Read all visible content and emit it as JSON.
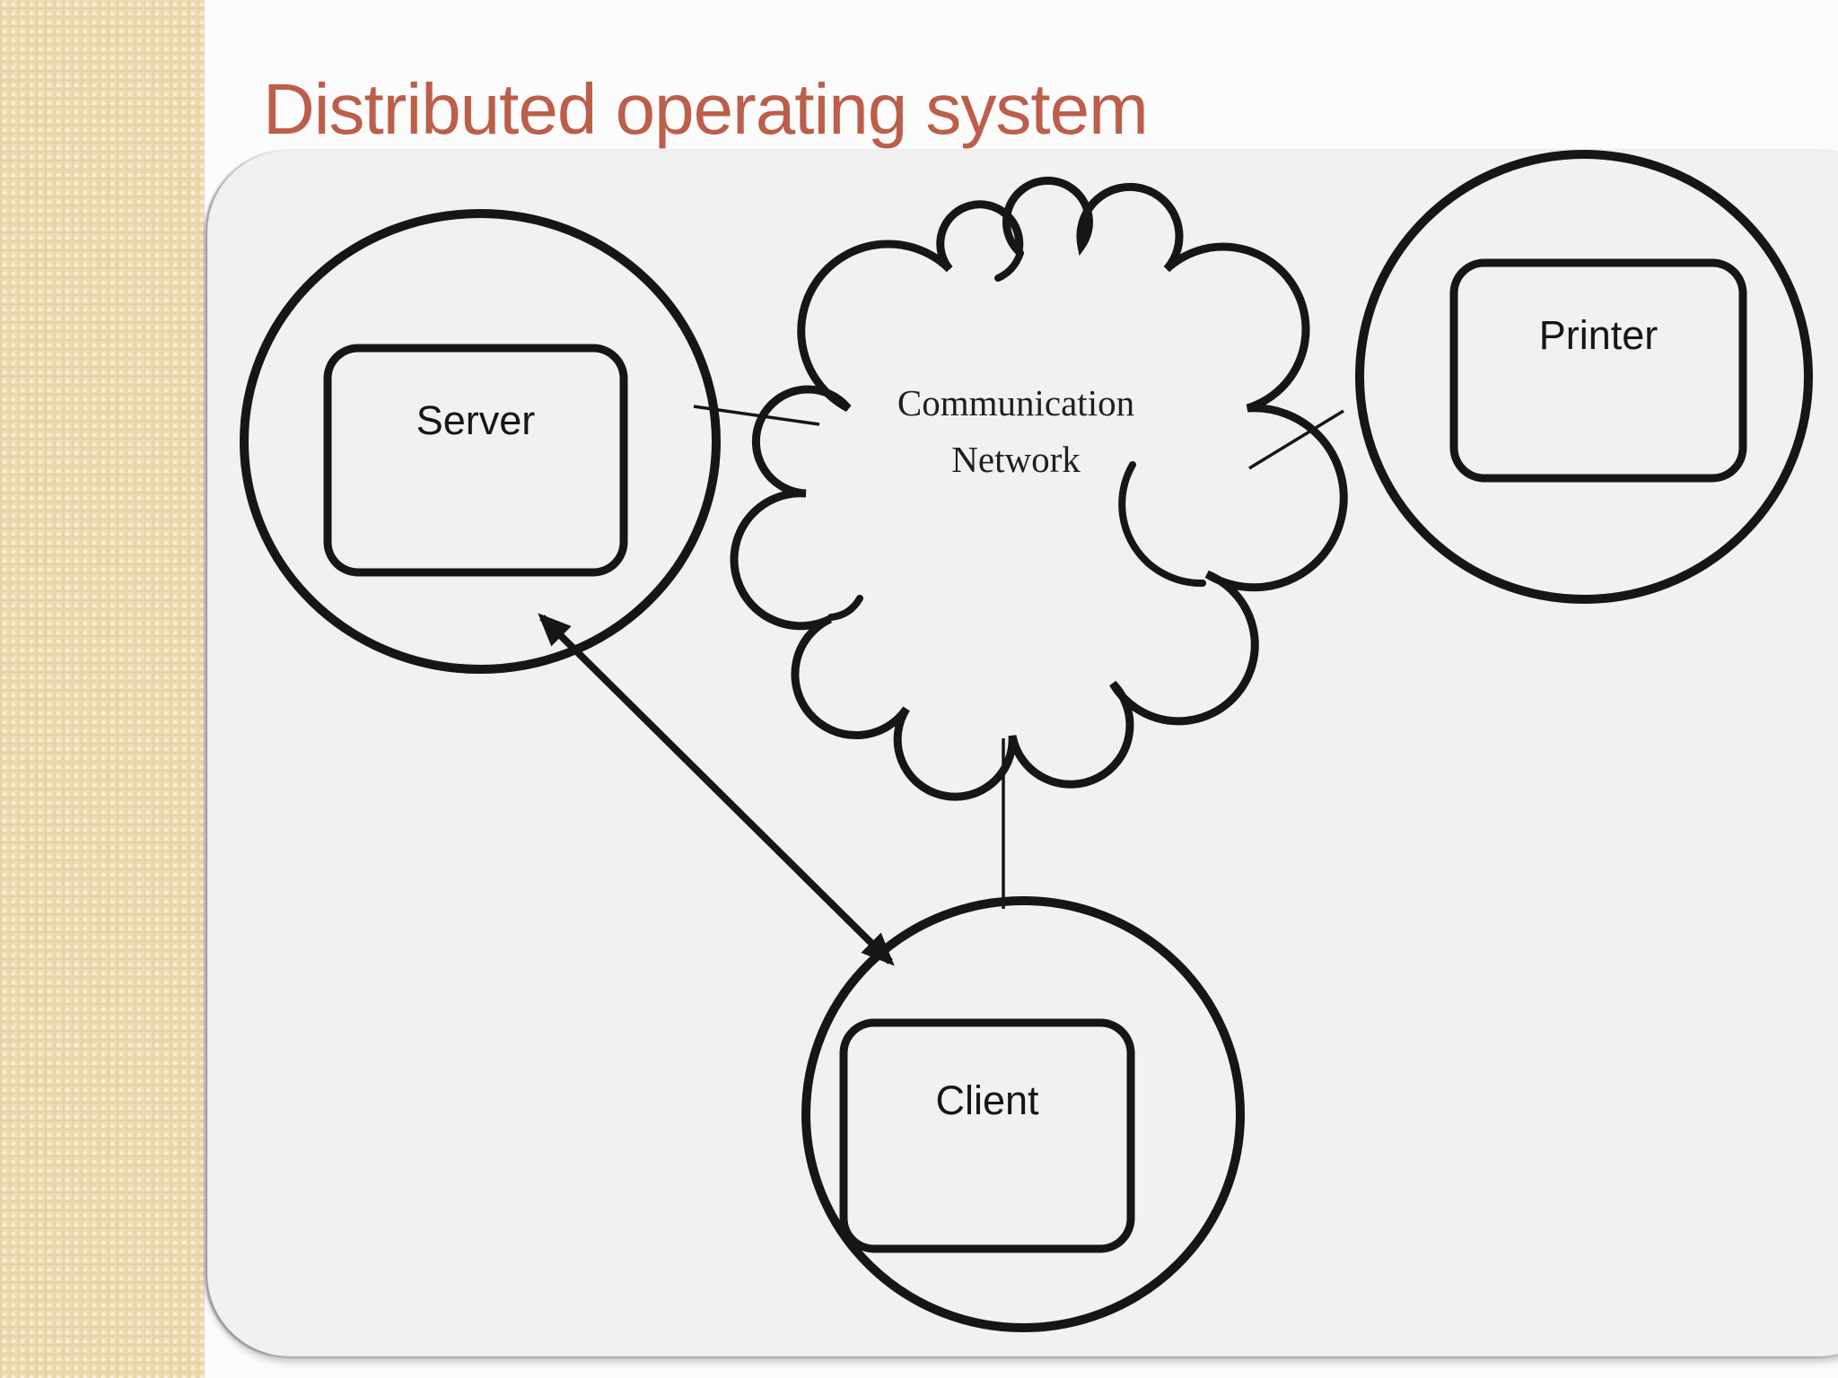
{
  "slide": {
    "title": "Distributed operating system"
  },
  "diagram": {
    "nodes": [
      {
        "id": "server",
        "label": "Server"
      },
      {
        "id": "printer",
        "label": "Printer"
      },
      {
        "id": "client",
        "label": "Client"
      }
    ],
    "cloud": {
      "label_line1": "Communication",
      "label_line2": "Network"
    },
    "edges": [
      {
        "from": "server",
        "to": "cloud",
        "style": "thin-line"
      },
      {
        "from": "cloud",
        "to": "printer",
        "style": "thin-line"
      },
      {
        "from": "cloud",
        "to": "client",
        "style": "thin-line"
      },
      {
        "from": "server",
        "to": "client",
        "style": "double-headed-arrow"
      }
    ]
  },
  "colors": {
    "title-color": "#bc5e49",
    "sidebar-bg": "#eddcb3",
    "panel-bg": "#f2f1f2",
    "page-bg": "#fcfcfd",
    "ink": "#161616"
  }
}
